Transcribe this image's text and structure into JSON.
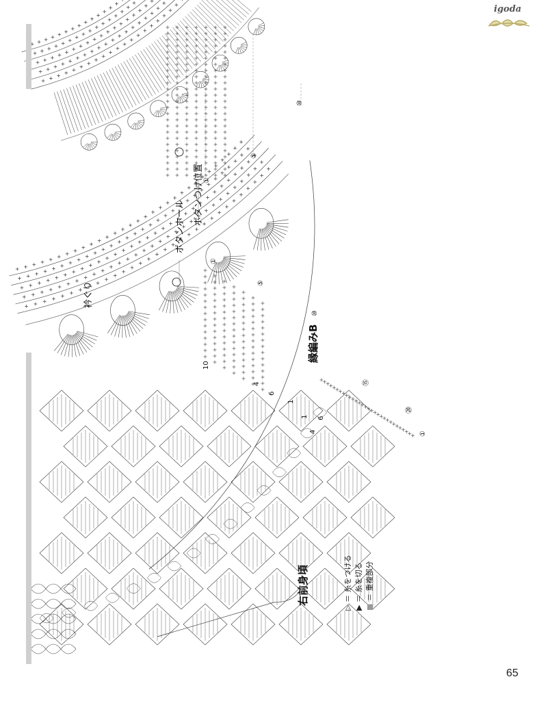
{
  "brand": {
    "name": "igoda"
  },
  "page": {
    "number": "65"
  },
  "labels": {
    "neckline": "衿ぐり",
    "buttonhole": "ボタンホール",
    "button_position": "ボタンつけ位置",
    "edging_b": "縁編みB",
    "right_front_body": "右前身頃"
  },
  "legend": [
    {
      "symbol": "▷",
      "text": "＝ 糸をつける"
    },
    {
      "symbol": "▶",
      "text": "＝ 糸を切る"
    },
    {
      "symbol": "■",
      "text": "＝ 重複部分"
    }
  ],
  "row_markers": {
    "upper": [
      "①",
      "⑤",
      "⑩"
    ],
    "lower": [
      "①",
      "⑤",
      "⑩",
      "⑮",
      "⑳",
      "①"
    ]
  },
  "row_numbers": [
    "10",
    "4",
    "6",
    "1",
    "4",
    "6",
    "1"
  ],
  "colors": {
    "ink": "#3a3a3a",
    "light": "#8a8a8a",
    "accent": "#c9c08a"
  },
  "icons": [
    "brand-leaf-ornament-icon"
  ]
}
